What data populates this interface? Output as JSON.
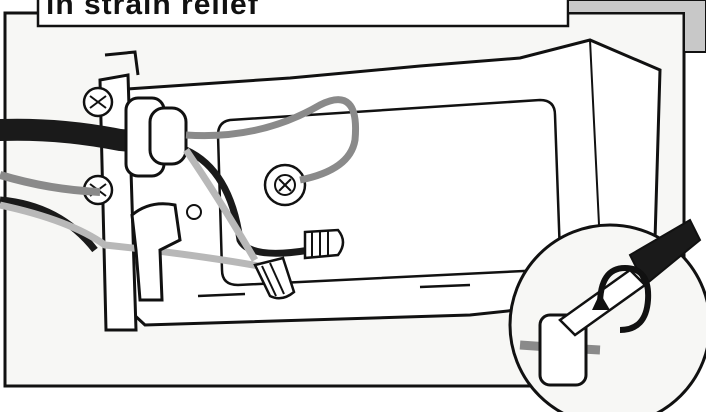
{
  "header": {
    "caption": "in strain relief"
  },
  "illustration": {
    "subject": "wiring box with power cord, wire nuts and strain relief",
    "inset": "screwdriver tightening strain relief clamp",
    "icons": [
      "power-cord",
      "wire-nut",
      "ground-screw",
      "strain-relief",
      "screwdriver",
      "rotation-arrow"
    ]
  },
  "colors": {
    "ink": "#111111",
    "panel_fill": "#f7f7f5",
    "box_fill": "#ffffff",
    "wire_black": "#1a1a1a",
    "wire_gray": "#8a8a8a",
    "wire_light": "#b8b8b8",
    "tab_gray": "#c8c8c8"
  }
}
